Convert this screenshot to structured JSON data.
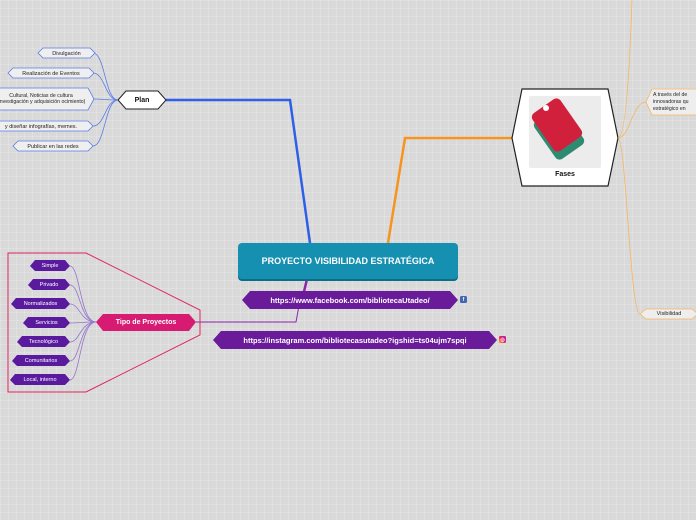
{
  "central": "PROYECTO VISIBILIDAD ESTRATÉGICA",
  "links": {
    "facebook": "https://www.facebook.com/bibliotecaUtadeo/",
    "instagram": "https://instagram.com/bibliotecasutadeo?igshid=ts04ujm7spqi"
  },
  "plan": {
    "label": "Plan",
    "items": [
      "Divulgación",
      "Realización de Eventos",
      "Cultural, Noticias de cultura (Investigación y adquisición ocimiento)",
      "y diseñar infografías, memes.",
      "Publicar en las redes"
    ]
  },
  "tipo": {
    "label": "Tipo de Proyectos",
    "items": [
      "Simple",
      "Privado",
      "Normalizados",
      "Servicios",
      "Tecnológico",
      "Comunitarios",
      "Local, interno"
    ]
  },
  "fases": {
    "label": "Fases",
    "desc": "A través del de innovadoras qu estratégico en",
    "visibilidad": "Visibilidad"
  },
  "colors": {
    "central": "#1590b0",
    "plan_branch": "#2f5fe8",
    "tipo_branch": "#e0245e",
    "link_branch": "#7b1fa2",
    "fases_branch": "#f7941d"
  }
}
